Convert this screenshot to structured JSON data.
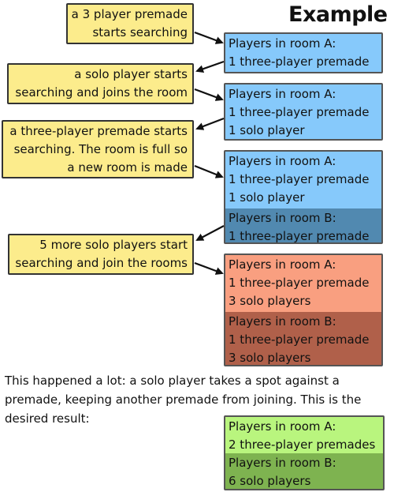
{
  "title": "Example B",
  "colors": {
    "note": "#fcec8c",
    "room_blue": "#86c9fb",
    "room_blue_dark": "#5189b0",
    "room_salmon": "#f99f80",
    "room_brown": "#b0604a",
    "room_green_light": "#b9f57e",
    "room_green": "#7eb350"
  },
  "notes": [
    {
      "lines": [
        "a 3 player premade",
        "starts searching"
      ]
    },
    {
      "lines": [
        "a solo player starts",
        "searching and joins the room"
      ]
    },
    {
      "lines": [
        "a three-player premade starts",
        "searching. The room is full so",
        "a new room is made"
      ]
    },
    {
      "lines": [
        "5 more solo players start",
        "searching and join the rooms"
      ]
    }
  ],
  "rooms": [
    {
      "lines": [
        "Players in room A:",
        "1 three-player premade"
      ]
    },
    {
      "lines": [
        "Players in room A:",
        "1 three-player premade",
        "1 solo player"
      ]
    },
    {
      "lines": [
        "Players in room A:",
        "1 three-player premade",
        "1 solo player"
      ]
    },
    {
      "lines": [
        "Players in room B:",
        "1 three-player premade"
      ]
    },
    {
      "lines": [
        "Players in room A:",
        "1 three-player premade",
        "3 solo players"
      ]
    },
    {
      "lines": [
        "Players in room B:",
        "1 three-player premade",
        "3 solo players"
      ]
    },
    {
      "lines": [
        "Players in room A:",
        "2 three-player premades"
      ]
    },
    {
      "lines": [
        "Players in room B:",
        "6 solo players"
      ]
    }
  ],
  "conclusion": {
    "lines": [
      "This happened a lot: a solo player takes a spot against a",
      "premade, keeping another premade from joining. This is the",
      "desired result:"
    ]
  }
}
